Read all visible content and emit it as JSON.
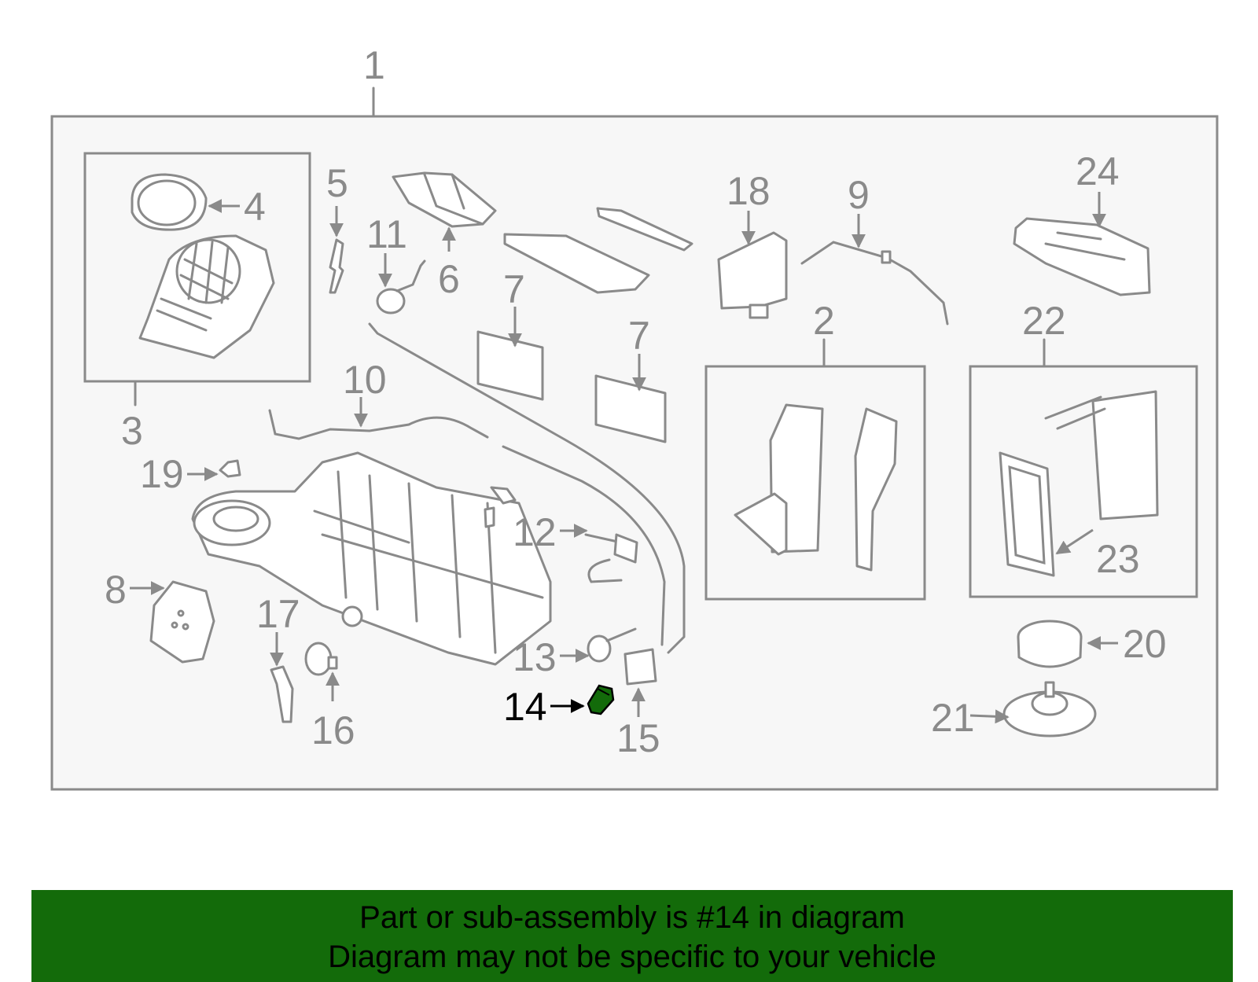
{
  "diagram": {
    "highlight_color": "#136b0a",
    "label_color": "#8a8a8a",
    "highlighted_part": "14",
    "callouts": {
      "c1": "1",
      "c2": "2",
      "c3": "3",
      "c4": "4",
      "c5": "5",
      "c6": "6",
      "c7a": "7",
      "c7b": "7",
      "c8": "8",
      "c9": "9",
      "c10": "10",
      "c11": "11",
      "c12": "12",
      "c13": "13",
      "c14": "14",
      "c15": "15",
      "c16": "16",
      "c17": "17",
      "c18": "18",
      "c19": "19",
      "c20": "20",
      "c21": "21",
      "c22": "22",
      "c23": "23",
      "c24": "24"
    }
  },
  "banner": {
    "background": "#136b0a",
    "line1": "Part or sub-assembly is #14 in diagram",
    "line2": "Diagram may not be specific to your vehicle"
  }
}
